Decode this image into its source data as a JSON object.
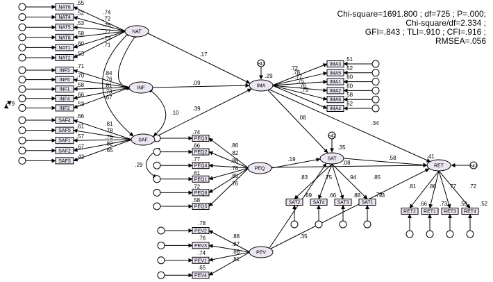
{
  "fit_stats": {
    "line1": "Chi-square=1691.800 ; df=725 ; P=.000;",
    "line2": "Chi-square/df=2.334 ;",
    "line3": "GFI=.843 ; TLI=.910 ; CFI=.916 ;",
    "line4": "RMSEA=.056"
  },
  "latents": {
    "nat": "NAT",
    "inf": "INF",
    "saf": "SAF",
    "ima": "IMA",
    "peq": "PEQ",
    "sat": "SAT",
    "ret": "RET",
    "pev": "PEV"
  },
  "disturbances": {
    "e41": "e41",
    "e42": "e42",
    "e43": "e43"
  },
  "structural": {
    "nat_ima": ".17",
    "inf_ima": ".09",
    "saf_ima": ".39",
    "nat_saf_cov": ".10",
    "ima_r2": ".29",
    "ima_sat": ".08",
    "ima_ret": ".34",
    "peq_sat": ".19",
    "peq_ret": ".08",
    "sat_ret": ".58",
    "pev_sat": ".35",
    "pev_ret": ".73",
    "peq_pev_cov": ".29",
    "sat_r2": ".35",
    "ret_r2": ".41",
    "left_cov": ".79"
  },
  "nat_items": [
    {
      "name": "NAT6",
      "load": ".74",
      "r2": ".55"
    },
    {
      "name": "NAT4",
      "load": ".72",
      "r2": ".52"
    },
    {
      "name": "NAT5",
      "load": ".76",
      "r2": ".53"
    },
    {
      "name": "NAT8",
      "load": ".77",
      "r2": ".58"
    },
    {
      "name": "NAT1",
      "load": ".73",
      "r2": ".60"
    },
    {
      "name": "NAT2",
      "load": ".71",
      "r2": ".53"
    }
  ],
  "inf_items": [
    {
      "name": "INF3",
      "load": ".84",
      "r2": ".71"
    },
    {
      "name": "INF5",
      "load": ".76",
      "r2": ".70"
    },
    {
      "name": "INF1",
      "load": ".81",
      "r2": ".58"
    },
    {
      "name": "INF4",
      "load": ".73",
      "r2": ".66"
    },
    {
      "name": "INF2",
      "load": ".67",
      "r2": ".53"
    }
  ],
  "saf_items": [
    {
      "name": "SAF4",
      "load": ".81",
      "r2": ".66"
    },
    {
      "name": "SAF5",
      "load": ".78",
      "r2": ".61"
    },
    {
      "name": "SAF1",
      "load": ".75",
      "r2": ".57"
    },
    {
      "name": "SAF2",
      "load": ".82",
      "r2": ".67"
    },
    {
      "name": "SAF3",
      "load": ".65",
      "r2": ".42"
    }
  ],
  "ima_items": [
    {
      "name": "IMA3",
      "load": ".72",
      "r2": ".51"
    },
    {
      "name": "IMA5",
      "load": ".78",
      "r2": ".52"
    },
    {
      "name": "IMA1",
      "load": ".77",
      "r2": ".60"
    },
    {
      "name": "IMA2",
      "load": ".75",
      "r2": ".60"
    },
    {
      "name": "IMA6",
      "load": ".76",
      "r2": ".58"
    },
    {
      "name": "IMA4",
      "load": ".79",
      "r2": ".62"
    }
  ],
  "peq_items": [
    {
      "name": "PEQ3",
      "load": ".86",
      "r2": ".74"
    },
    {
      "name": "PEQ2",
      "load": ".82",
      "r2": ".66"
    },
    {
      "name": "PEQ4",
      "load": ".88",
      "r2": ".77"
    },
    {
      "name": "PEQ1",
      "load": ".78",
      "r2": ".61"
    },
    {
      "name": "PEQ6",
      "load": ".85",
      "r2": ".72"
    },
    {
      "name": "PEQ5",
      "load": ".76",
      "r2": ".58"
    }
  ],
  "sat_items": [
    {
      "name": "SAT2",
      "load": ".83",
      "r2": ".69"
    },
    {
      "name": "SAT4",
      "load": ".75",
      "r2": ".66"
    },
    {
      "name": "SAT3",
      "load": ".94",
      "r2": ".88"
    },
    {
      "name": "SAT1",
      "load": ".85",
      "r2": ".73"
    }
  ],
  "ret_items": [
    {
      "name": "RET2",
      "load": ".81",
      "r2": ".66"
    },
    {
      "name": "RET1",
      "load": ".86",
      "r2": ".73"
    },
    {
      "name": "RET3",
      "load": ".77",
      "r2": ".59"
    },
    {
      "name": "RET4",
      "load": ".72",
      "r2": ".52"
    }
  ],
  "pev_items": [
    {
      "name": "PEV2",
      "load": ".88",
      "r2": ".78"
    },
    {
      "name": "PEV3",
      "load": ".87",
      "r2": ".76"
    },
    {
      "name": "PEV1",
      "load": ".86",
      "r2": ".74"
    },
    {
      "name": "PEV4",
      "load": ".81",
      "r2": ".65"
    }
  ],
  "colors": {
    "latent_fill": "#ece6f2",
    "box_fill": "#ece6f2",
    "stroke": "#000000"
  }
}
